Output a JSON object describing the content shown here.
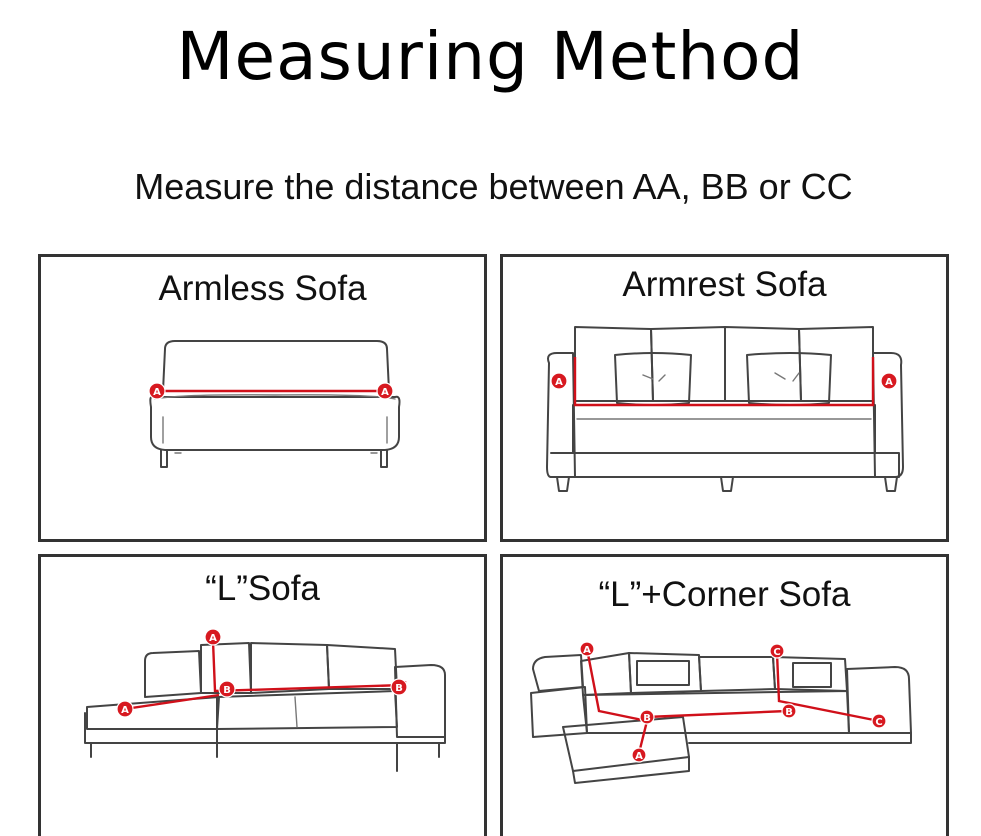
{
  "title": "Measuring Method",
  "subtitle": "Measure the distance between AA, BB or CC",
  "panels": [
    {
      "label": "Armless Sofa"
    },
    {
      "label": "Armrest Sofa"
    },
    {
      "label": "“L”Sofa"
    },
    {
      "label": "“L”+Corner Sofa"
    }
  ],
  "markers": {
    "a": "A",
    "b": "B",
    "c": "C"
  },
  "colors": {
    "measure_line": "#d0101a",
    "marker": "#d71920",
    "outline": "#444444"
  }
}
